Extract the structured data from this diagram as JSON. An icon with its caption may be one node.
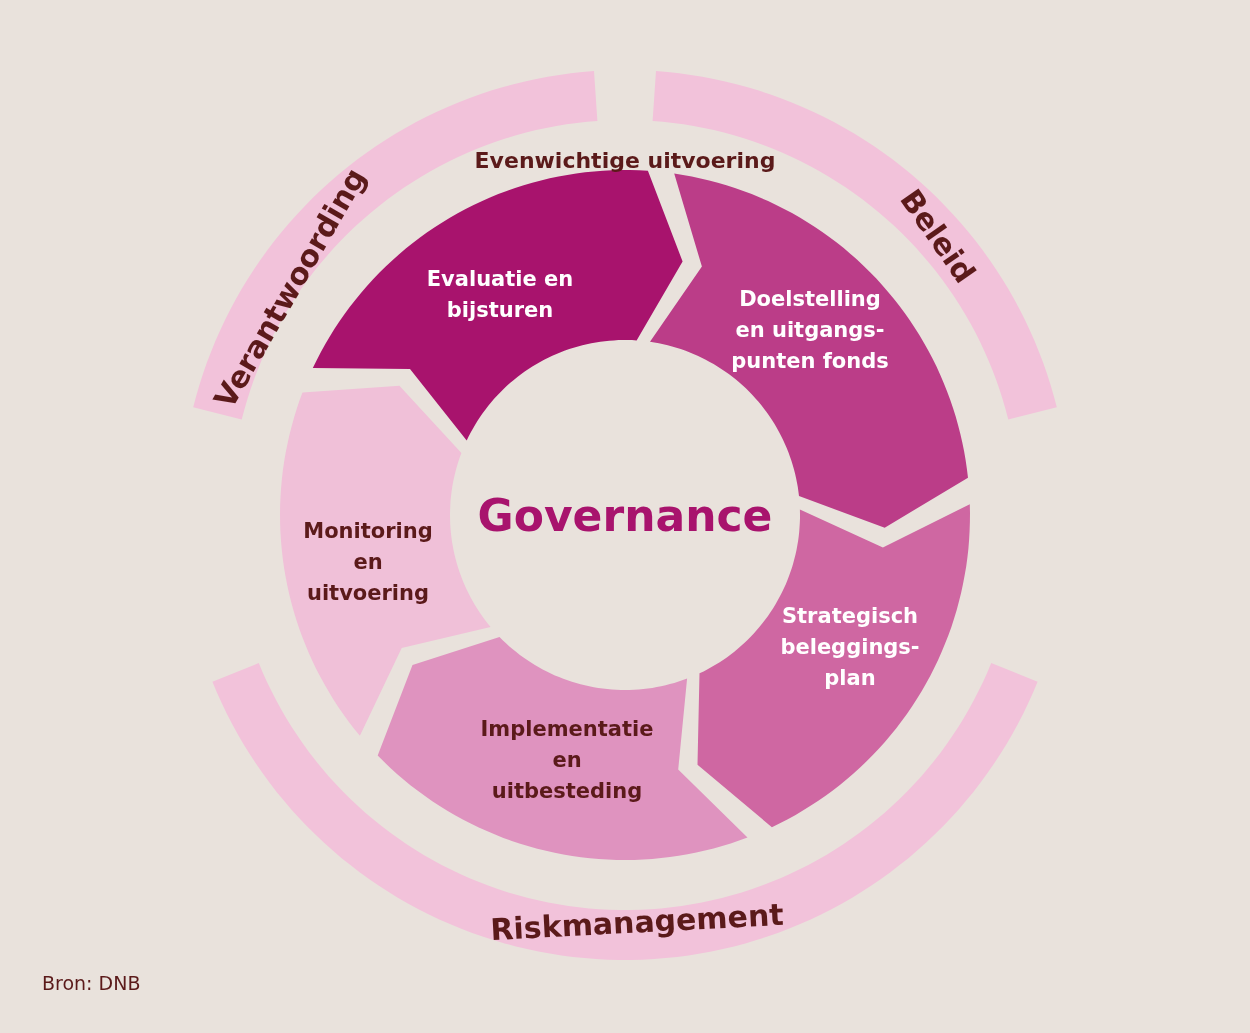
{
  "diagram": {
    "caption": "Bron: DNB",
    "nodes": [
      {
        "text": [
          "Verantwoording"
        ]
      },
      {
        "text": [
          "Beleid"
        ]
      },
      {
        "text": [
          "Evaluatie en bijsturen"
        ]
      },
      {
        "text": [
          "Doelstelling en uitgangs- punten fonds"
        ]
      },
      {
        "text": [
          "Governance"
        ]
      },
      {
        "text": [
          "Monitoring en uitvoering"
        ]
      },
      {
        "text": [
          "Strategisch beleggings- plan"
        ]
      },
      {
        "text": [
          "Implementatie en uitbesteding"
        ]
      },
      {
        "text": [
          "Riskmanagement"
        ]
      }
    ],
    "labels": [
      "Evenwichtige uitvoering"
    ]
  }
}
